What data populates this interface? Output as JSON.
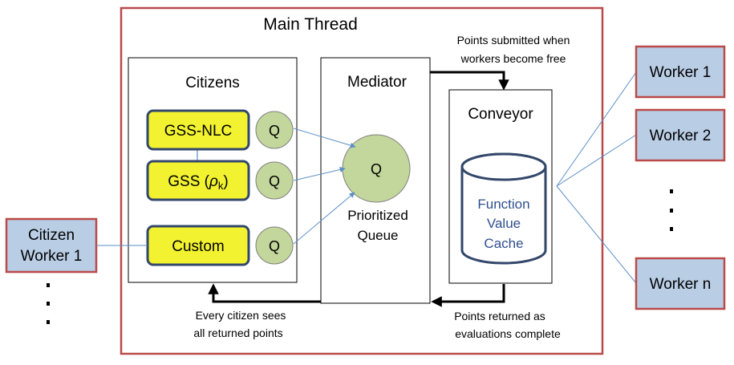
{
  "main_thread": {
    "title": "Main Thread"
  },
  "citizens": {
    "title": "Citizens",
    "items": [
      {
        "label": "GSS-NLC",
        "queue": "Q"
      },
      {
        "label_prefix": "GSS (",
        "rho": "ρ",
        "sub": "k",
        "label_suffix": ")",
        "queue": "Q"
      },
      {
        "label": "Custom",
        "queue": "Q"
      }
    ]
  },
  "mediator": {
    "title": "Mediator",
    "queue": "Q",
    "queue_label_line1": "Prioritized",
    "queue_label_line2": "Queue"
  },
  "conveyor": {
    "title": "Conveyor",
    "cache_line1": "Function",
    "cache_line2": "Value",
    "cache_line3": "Cache"
  },
  "workers": [
    {
      "label": "Worker 1"
    },
    {
      "label": "Worker 2"
    },
    {
      "label": "Worker n"
    }
  ],
  "citizen_worker": {
    "line1": "Citizen",
    "line2": "Worker 1"
  },
  "annotations": {
    "submitted_line1": "Points submitted  when",
    "submitted_line2": "workers become free",
    "returned_line1": "Points returned as",
    "returned_line2": "evaluations complete",
    "citizen_sees_line1": "Every citizen sees",
    "citizen_sees_line2": "all returned points"
  },
  "colors": {
    "frame": "#b94a48",
    "citizen_fill": "#f2f230",
    "citizen_border": "#33476b",
    "queue_fill": "#c3d69b",
    "worker_fill": "#b9cde5",
    "worker_border": "#b94a48",
    "connector": "#5a8fc8",
    "cache_text": "#2f4f8f"
  }
}
